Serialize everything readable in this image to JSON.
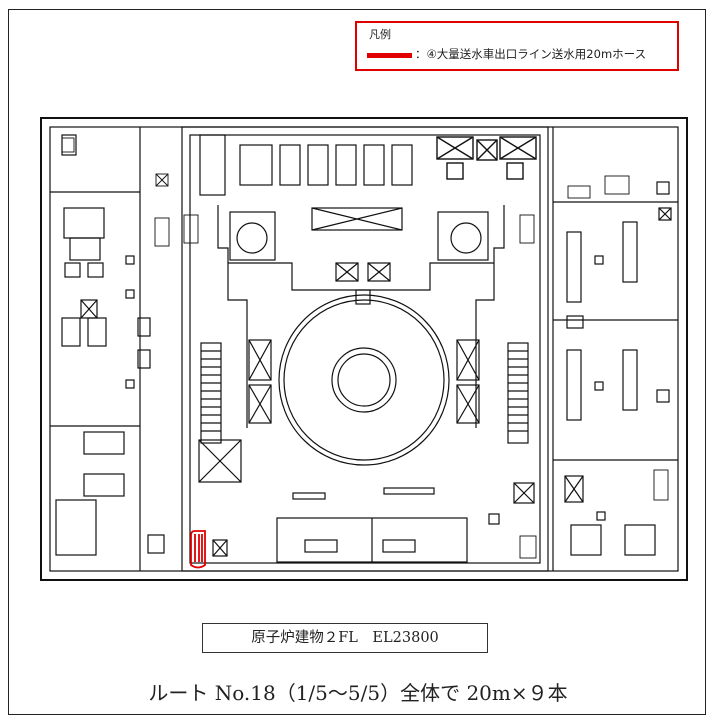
{
  "legend": {
    "title": "凡例",
    "item_label": "：④大量送水車出口ライン送水用20mホース",
    "line_color": "#e00000"
  },
  "floor_plan": {
    "building_label": "原子炉建物２FL　EL23800",
    "hose_color": "#e00000"
  },
  "route_note": "ルート No.18（1/5～5/5）全体で 20m×９本"
}
